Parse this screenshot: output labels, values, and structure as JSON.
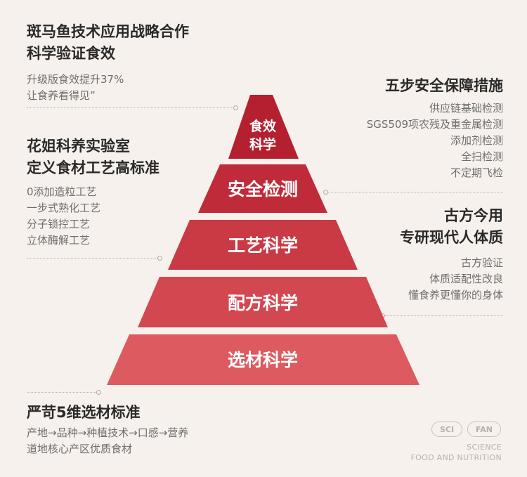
{
  "left": {
    "block1": {
      "title": [
        "斑马鱼技术应用战略合作",
        "科学验证食效"
      ],
      "lines": [
        "升级版食效提升37%",
        "让食养看得见”"
      ]
    },
    "block2": {
      "title": [
        "花姐科养实验室",
        "定义食材工艺高标准"
      ],
      "lines": [
        "0添加造粒工艺",
        "一步式熟化工艺",
        "分子锁控工艺",
        "立体酶解工艺"
      ]
    },
    "block3": {
      "title": [
        "严苛5维选材标准"
      ],
      "lines": [
        "产地→品种→种植技术→口感→营养",
        "道地核心产区优质食材"
      ]
    }
  },
  "right": {
    "block1": {
      "title": [
        "五步安全保障措施"
      ],
      "lines": [
        "供应链基础检测",
        "SGS509项农残及重金属检测",
        "添加剂检测",
        "全扫检测",
        "不定期飞检"
      ]
    },
    "block2": {
      "title": [
        "古方今用",
        "专研现代人体质"
      ],
      "lines": [
        "古方验证",
        "体质适配性改良",
        "懂食养更懂你的身体"
      ]
    }
  },
  "pyramid": {
    "apex": [
      "食效",
      "科学"
    ],
    "tiers": [
      "安全检测",
      "工艺科学",
      "配方科学",
      "选材科学"
    ],
    "colors": [
      "#b52030",
      "#c02b39",
      "#c93a45",
      "#d24750",
      "#dc5a60"
    ]
  },
  "brand": {
    "pill1": "SCI",
    "pill2": "FAN",
    "line1": "SCIENCE",
    "line2": "FOOD AND NUTRITION"
  }
}
